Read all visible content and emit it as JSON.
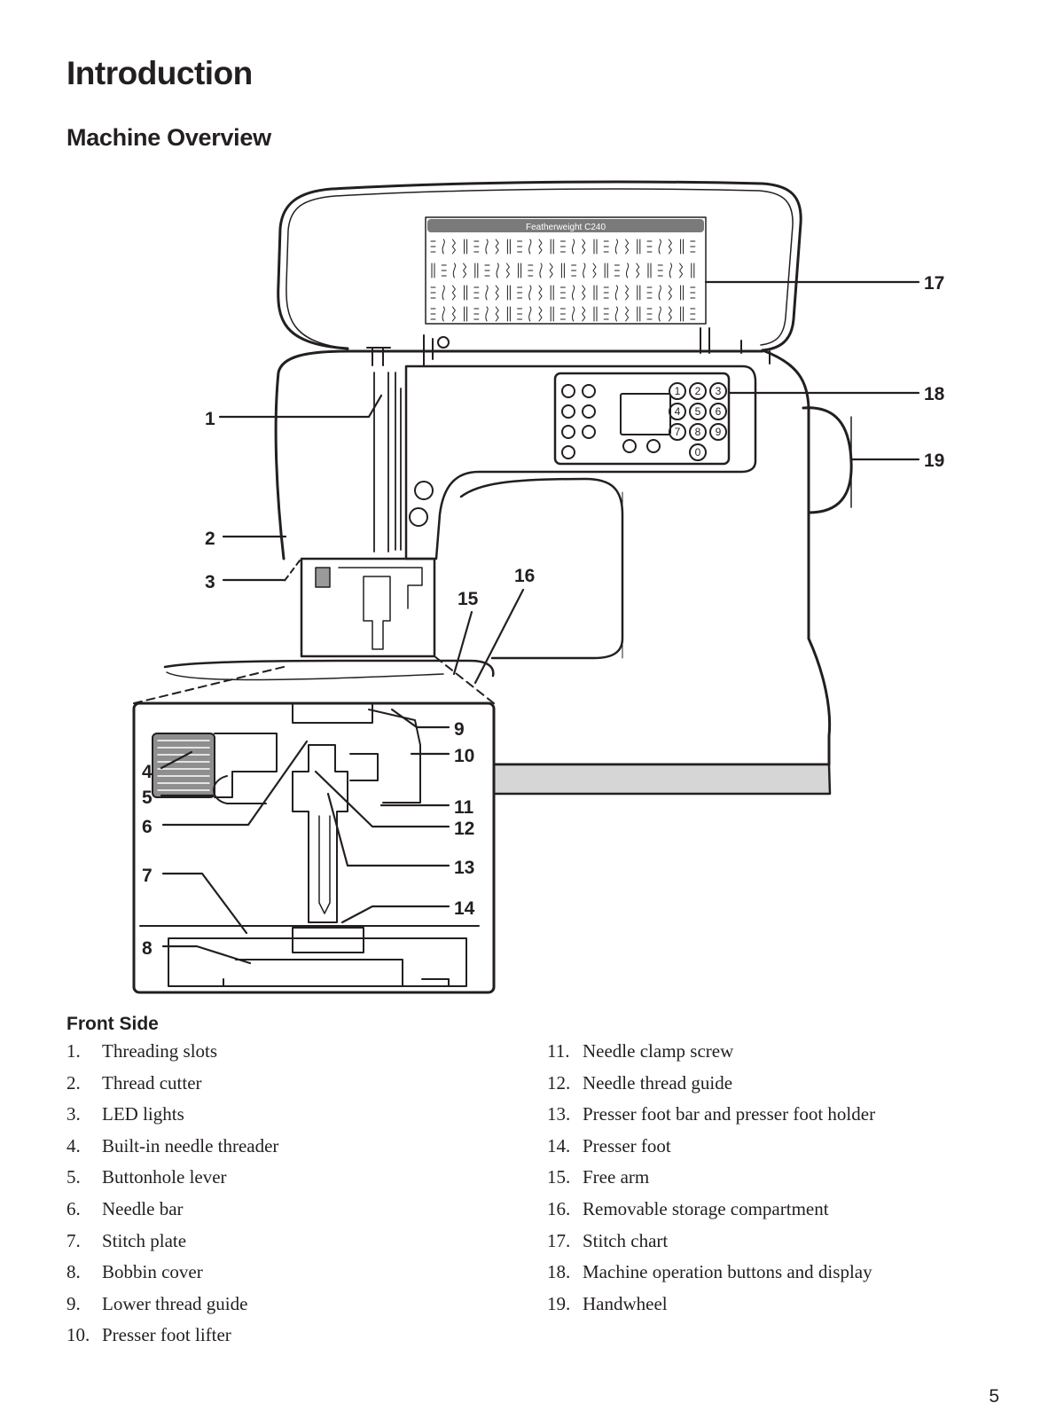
{
  "page": {
    "heading": "Introduction",
    "subheading": "Machine Overview",
    "section_label": "Front Side",
    "page_number": "5"
  },
  "diagram": {
    "chart_title": "Featherweight C240",
    "callouts": [
      "1",
      "2",
      "3",
      "4",
      "5",
      "6",
      "7",
      "8",
      "9",
      "10",
      "11",
      "12",
      "13",
      "14",
      "15",
      "16",
      "17",
      "18",
      "19"
    ],
    "keypad_digits": [
      "1",
      "2",
      "3",
      "4",
      "5",
      "6",
      "7",
      "8",
      "9",
      "0"
    ]
  },
  "parts_left": [
    {
      "num": "1.",
      "label": "Threading slots"
    },
    {
      "num": "2.",
      "label": "Thread cutter"
    },
    {
      "num": "3.",
      "label": "LED lights"
    },
    {
      "num": "4.",
      "label": "Built-in needle threader"
    },
    {
      "num": "5.",
      "label": "Buttonhole lever"
    },
    {
      "num": "6.",
      "label": "Needle bar"
    },
    {
      "num": "7.",
      "label": "Stitch plate"
    },
    {
      "num": "8.",
      "label": "Bobbin cover"
    },
    {
      "num": "9.",
      "label": "Lower thread guide"
    },
    {
      "num": "10.",
      "label": "Presser foot lifter"
    }
  ],
  "parts_right": [
    {
      "num": "11.",
      "label": "Needle clamp screw"
    },
    {
      "num": "12.",
      "label": "Needle thread guide"
    },
    {
      "num": "13.",
      "label": "Presser foot bar and presser foot holder"
    },
    {
      "num": "14.",
      "label": "Presser foot"
    },
    {
      "num": "15.",
      "label": "Free arm"
    },
    {
      "num": "16.",
      "label": "Removable storage compartment"
    },
    {
      "num": "17.",
      "label": "Stitch chart"
    },
    {
      "num": "18.",
      "label": "Machine operation buttons and display"
    },
    {
      "num": "19.",
      "label": "Handwheel"
    }
  ]
}
